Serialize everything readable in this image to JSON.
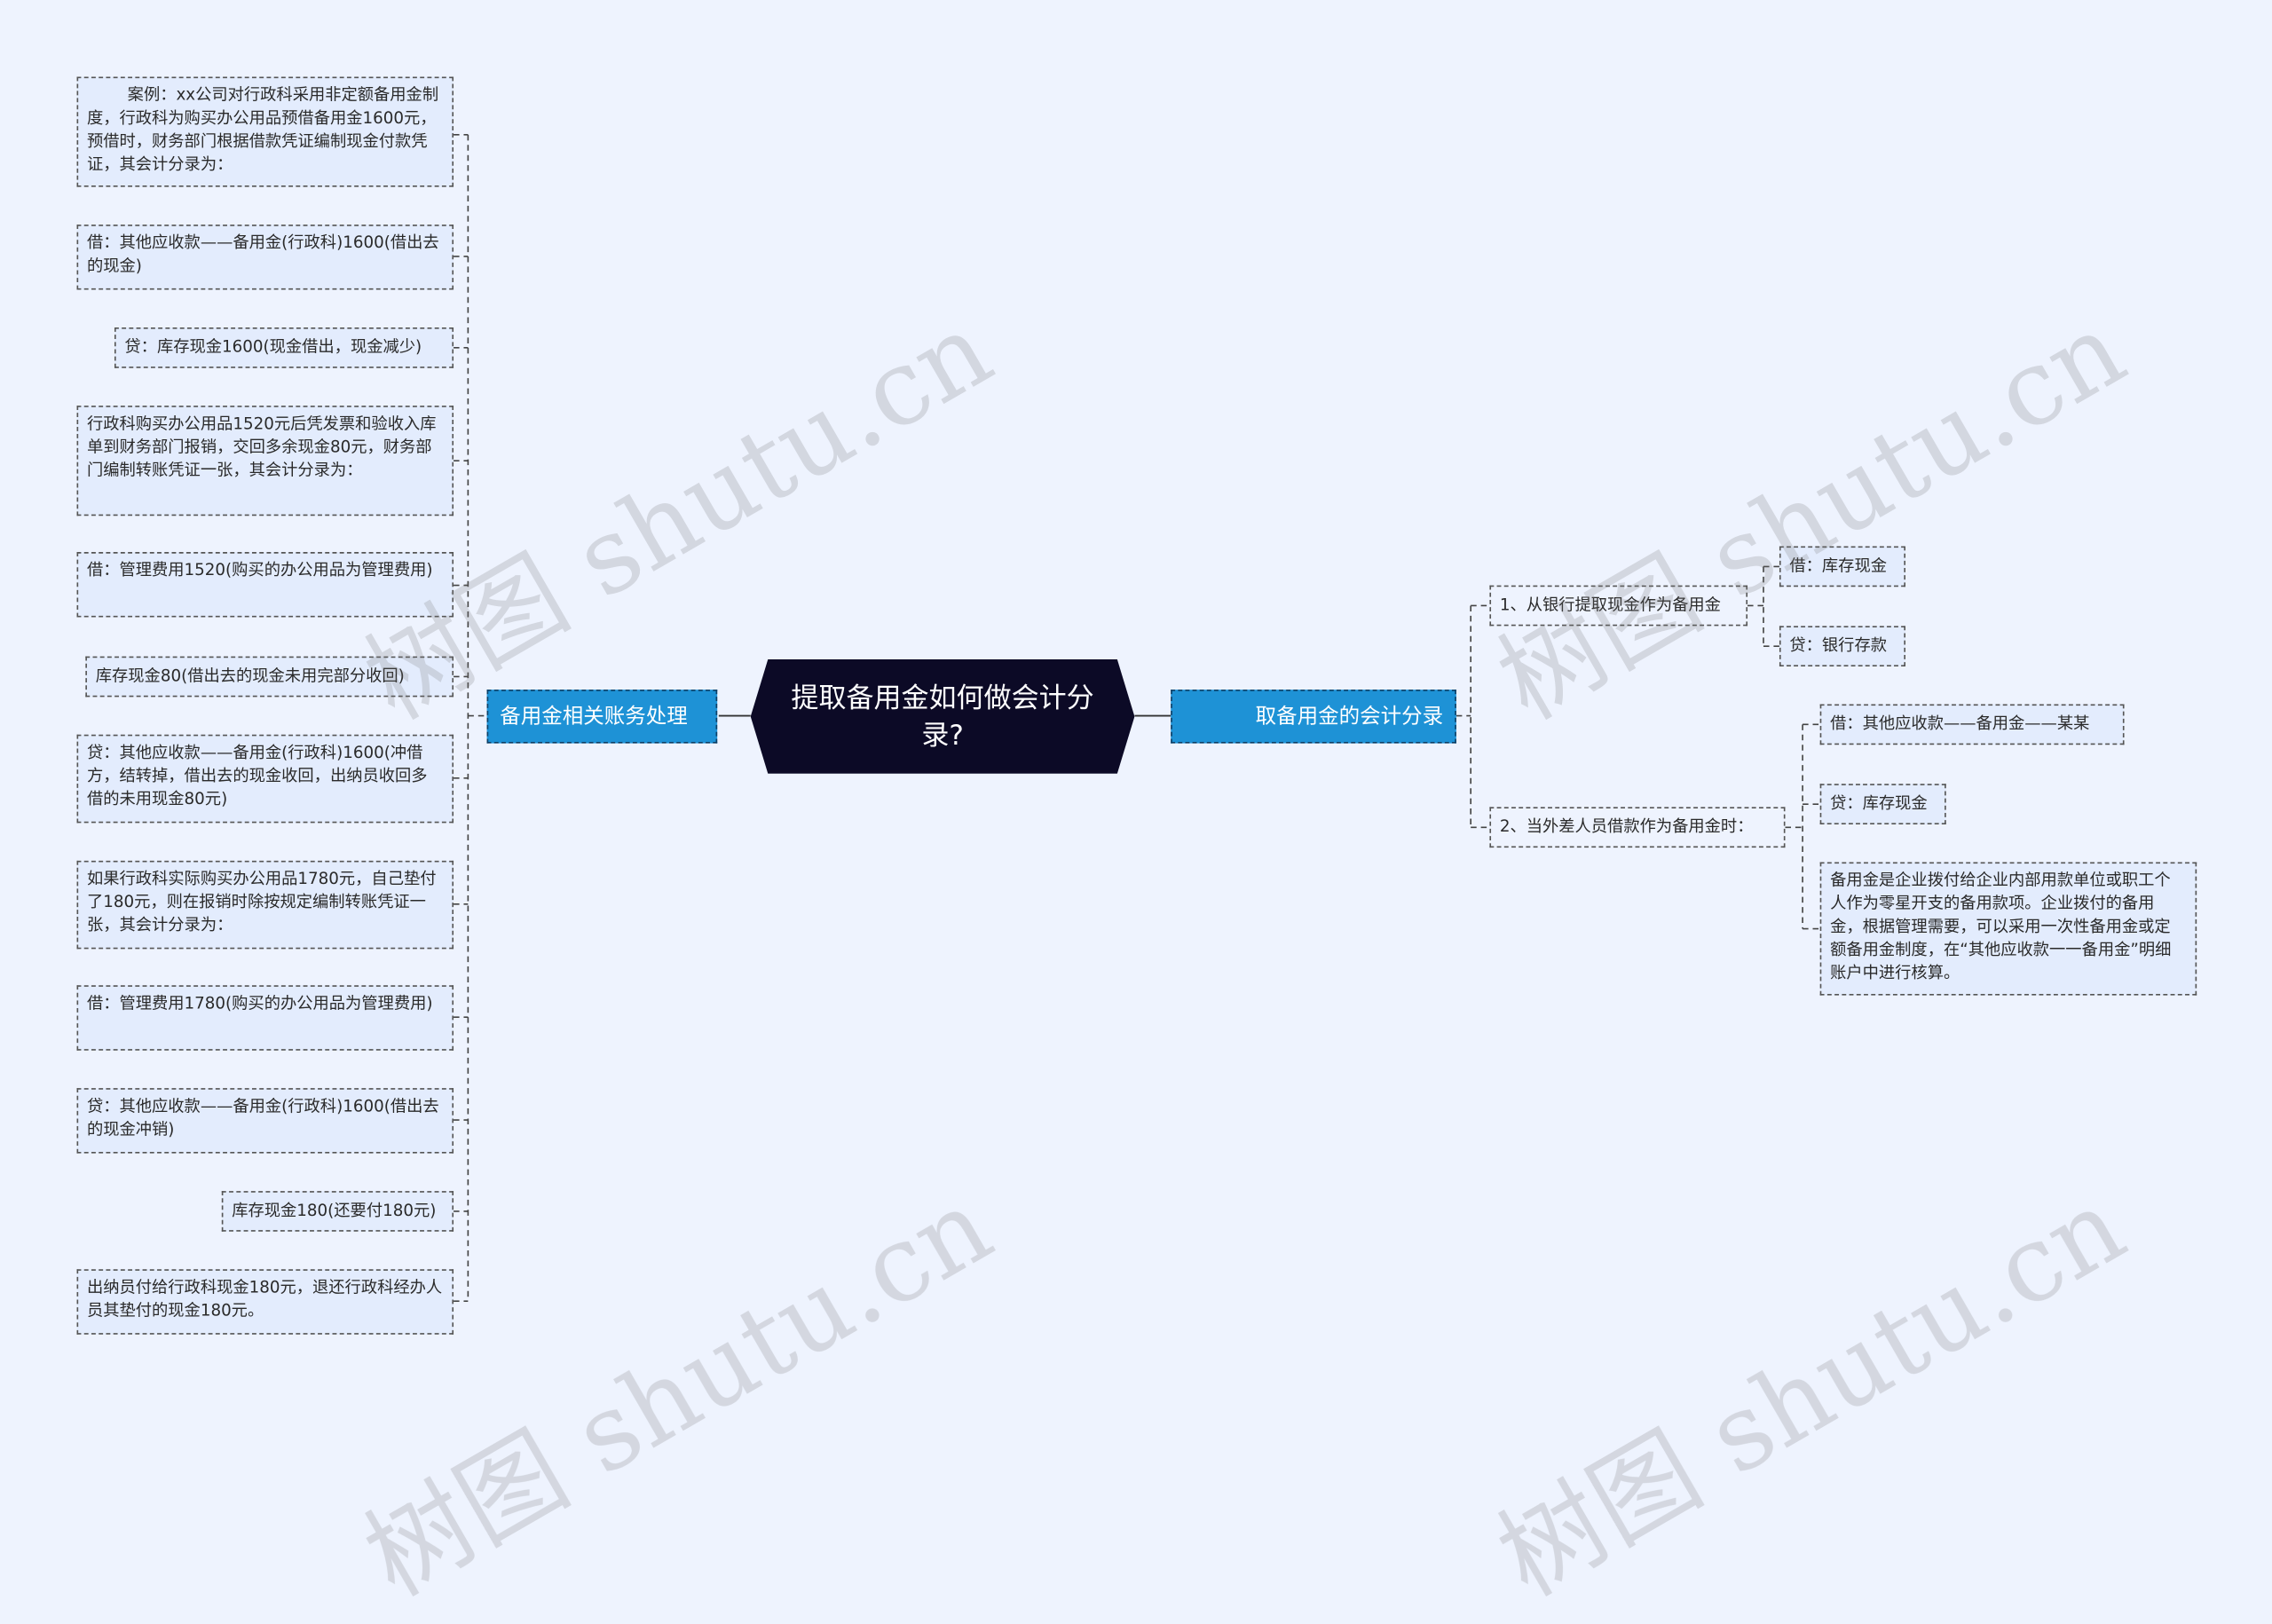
{
  "root": {
    "title": "提取备用金如何做会计分录?"
  },
  "left_branch": {
    "label": "备用金相关账务处理",
    "items": [
      "案例：xx公司对行政科采用非定额备用金制度，行政科为购买办公用品预借备用金1600元，预借时，财务部门根据借款凭证编制现金付款凭证，其会计分录为：",
      "借：其他应收款——备用金(行政科)1600(借出去的现金)",
      "贷：库存现金1600(现金借出，现金减少)",
      "行政科购买办公用品1520元后凭发票和验收入库单到财务部门报销，交回多余现金80元，财务部门编制转账凭证一张，其会计分录为：",
      "借：管理费用1520(购买的办公用品为管理费用)",
      "库存现金80(借出去的现金未用完部分收回)",
      "贷：其他应收款——备用金(行政科)1600(冲借方，结转掉，借出去的现金收回，出纳员收回多借的未用现金80元)",
      "如果行政科实际购买办公用品1780元，自己垫付了180元，则在报销时除按规定编制转账凭证一张，其会计分录为：",
      "借：管理费用1780(购买的办公用品为管理费用)",
      "贷：其他应收款——备用金(行政科)1600(借出去的现金冲销)",
      "库存现金180(还要付180元)",
      "出纳员付给行政科现金180元，退还行政科经办人员其垫付的现金180元。"
    ]
  },
  "right_branch": {
    "label": "取备用金的会计分录",
    "groups": [
      {
        "label": "1、从银行提取现金作为备用金",
        "items": [
          "借：库存现金",
          "贷：银行存款"
        ]
      },
      {
        "label": "2、当外差人员借款作为备用金时：",
        "items": [
          "借：其他应收款——备用金——某某",
          "贷：库存现金",
          "备用金是企业拨付给企业内部用款单位或职工个人作为零星开支的备用款项。企业拨付的备用金，根据管理需要，可以采用一次性备用金或定额备用金制度，在“其他应收款一一备用金”明细账户中进行核算。"
        ]
      }
    ]
  },
  "watermark": {
    "text": "树图 shutu.cn"
  }
}
